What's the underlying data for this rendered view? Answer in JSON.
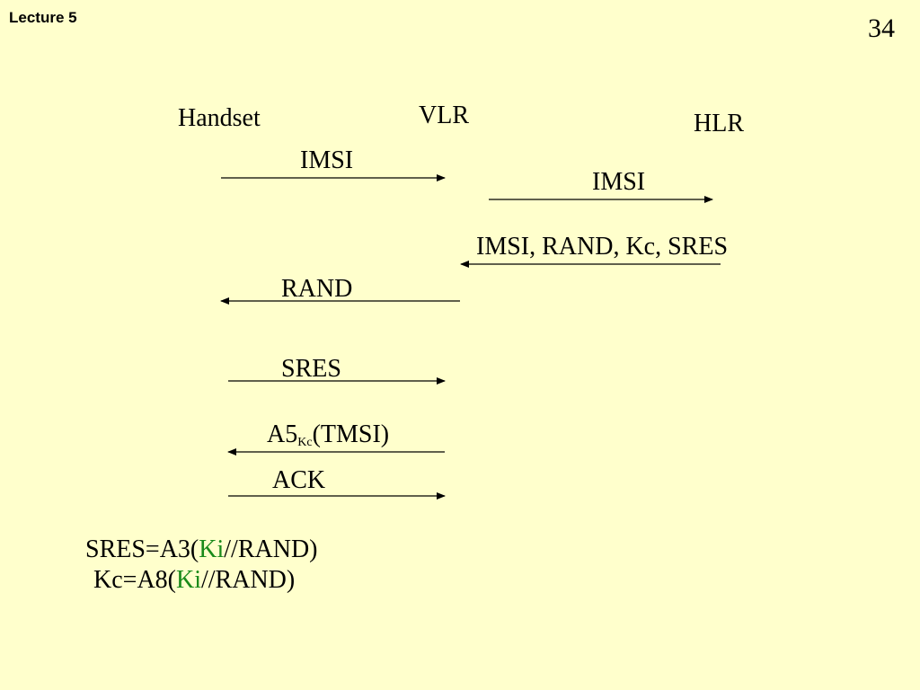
{
  "header": {
    "lecture": "Lecture 5",
    "page_number": "34"
  },
  "entities": {
    "handset": "Handset",
    "vlr": "VLR",
    "hlr": "HLR"
  },
  "messages": {
    "imsi_1": "IMSI",
    "imsi_2": "IMSI",
    "auth_triplet": "IMSI, RAND, Kc, SRES",
    "rand": "RAND",
    "sres": "SRES",
    "a5_prefix": "A5",
    "a5_subscript": "Kc",
    "a5_suffix": "(TMSI)",
    "ack": "ACK"
  },
  "formulas": {
    "sres_prefix": "SRES=A3(",
    "sres_key": "Ki",
    "sres_suffix": "//RAND)",
    "kc_prefix": "Kc=A8(",
    "kc_key": "Ki",
    "kc_suffix": "//RAND)"
  },
  "colors": {
    "background": "#ffffcc",
    "key_highlight": "#1a8a1a"
  }
}
